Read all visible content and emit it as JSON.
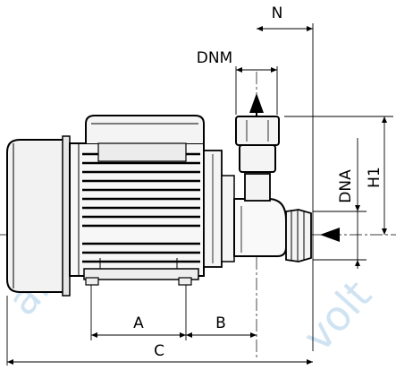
{
  "dimensions": {
    "n": "N",
    "dnm": "DNM",
    "dna": "DNA",
    "h1": "H1",
    "a": "A",
    "b": "B",
    "c": "C"
  },
  "watermark": {
    "text_1": "ar.com.ua",
    "text_2": "volt"
  },
  "colors": {
    "line": "#000000",
    "watermark": "#cfe3f2"
  }
}
